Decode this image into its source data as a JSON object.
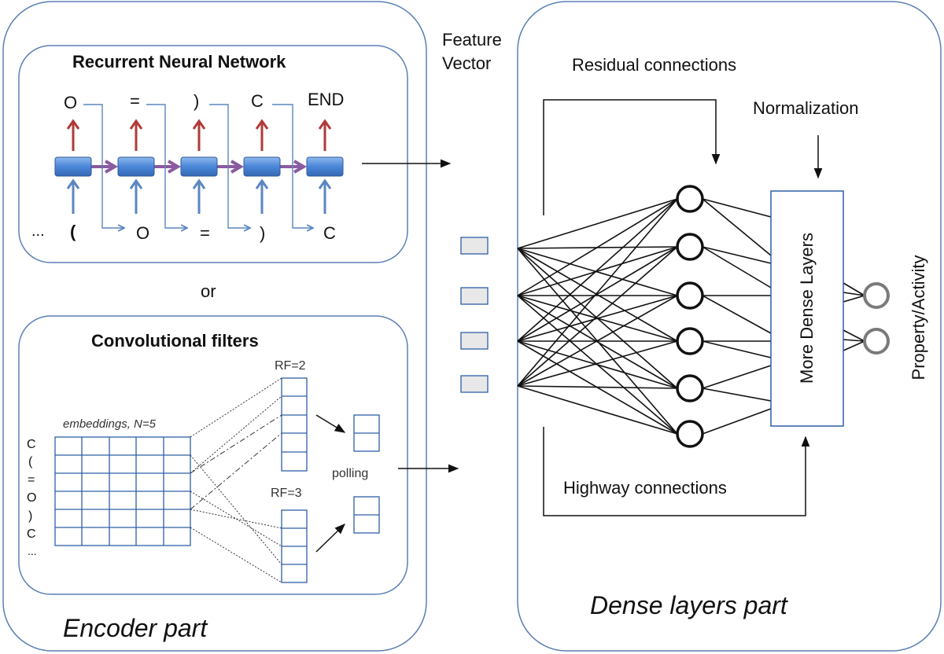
{
  "encoder": {
    "label": "Encoder part",
    "or_label": "or",
    "rnn": {
      "title": "Recurrent Neural Network",
      "outputs": [
        "O",
        "=",
        ")",
        "C",
        "END"
      ],
      "inputs": [
        "...",
        "(",
        "O",
        "=",
        ")",
        "C"
      ]
    },
    "cnn": {
      "title": "Convolutional filters",
      "embeddings_label": "embeddings, N=5",
      "rows": [
        "C",
        "(",
        "=",
        "O",
        ")",
        "C",
        "..."
      ],
      "rf2_label": "RF=2",
      "rf3_label": "RF=3",
      "pooling_label": "polling"
    }
  },
  "feature_vector_label": "Feature\nVector",
  "dense": {
    "label": "Dense layers part",
    "residual_label": "Residual connections",
    "normalization_label": "Normalization",
    "more_layers_label": "More Dense Layers",
    "highway_label": "Highway connections",
    "output_label": "Property/Activity"
  },
  "colors": {
    "panel_border": "#5b7fb5",
    "rnn_cell": "#4a86d8",
    "rnn_output_arrow": "#b03a3a",
    "rnn_input_arrow": "#5b86c0",
    "rnn_chain_arrow": "#8a5aa0",
    "grid_line": "#2e5fa8",
    "feature_box_fill": "#e8e8e8",
    "output_node": "#7a7a7a"
  }
}
